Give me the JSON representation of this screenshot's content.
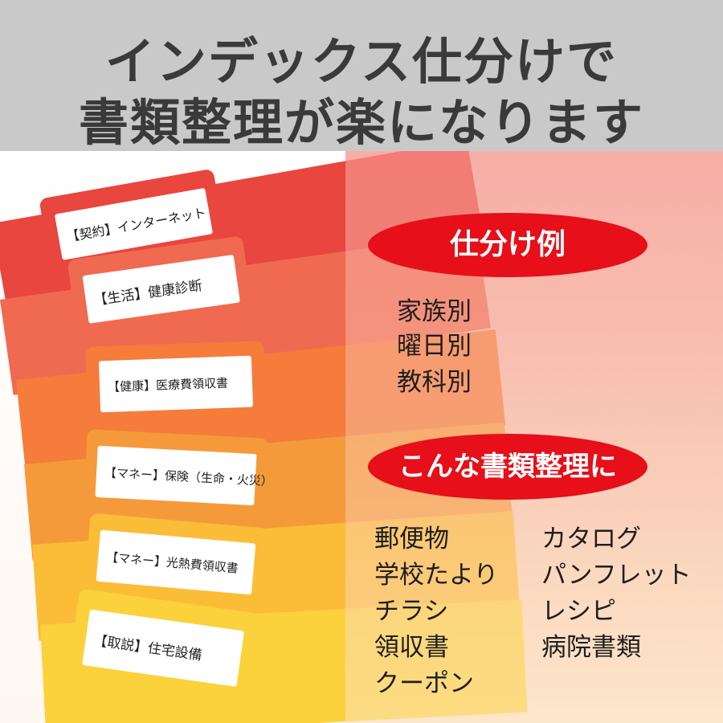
{
  "header": {
    "line1": "インデックス仕分けで",
    "line2": "書類整理が楽になります",
    "background": "#c9c9c9"
  },
  "folder_labels": [
    "【契約】インターネット",
    "【生活】健康診断",
    "【健康】医療費領収書",
    "【マネー】保険（生命・火災）",
    "【マネー】光熱費領収書",
    "【取説】住宅設備"
  ],
  "section1": {
    "title": "仕分け例",
    "items": [
      "家族別",
      "曜日別",
      "教科別"
    ]
  },
  "section2": {
    "title": "こんな書類整理に",
    "left_items": [
      "郵便物",
      "学校たより",
      "チラシ",
      "領収書",
      "クーポン"
    ],
    "right_items": [
      "カタログ",
      "パンフレット",
      "レシピ",
      "病院書類"
    ]
  },
  "colors": {
    "pill": "#e60f1a",
    "folders": [
      "#e8463e",
      "#ee6a4e",
      "#f57c3a",
      "#f59a3a",
      "#fbc33a",
      "#fbd23c"
    ]
  }
}
